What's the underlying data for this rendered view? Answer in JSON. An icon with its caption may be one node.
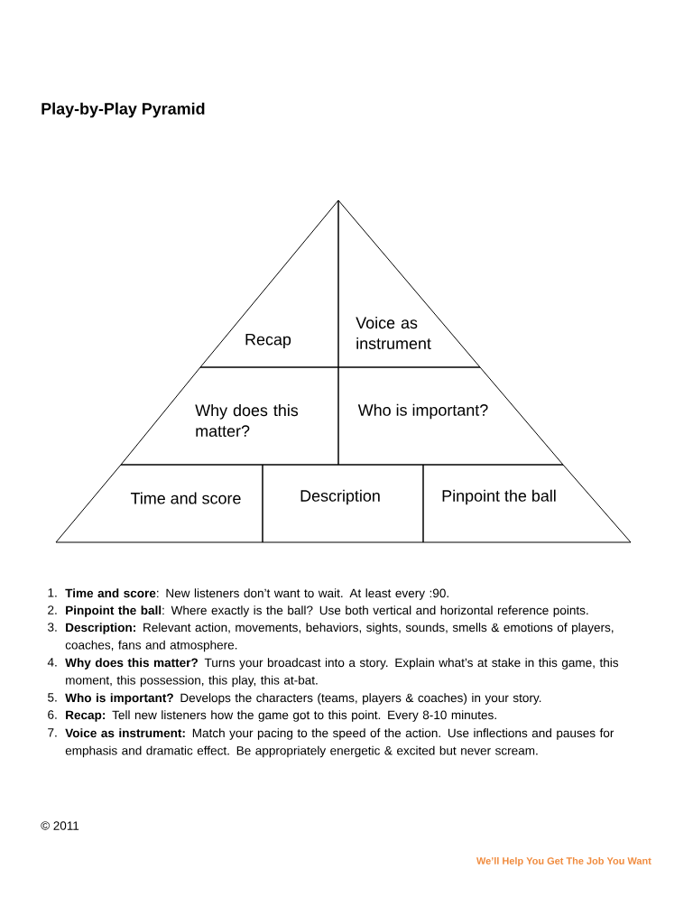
{
  "diagram": {
    "title": "Play-by-Play Pyramid",
    "nodes": [
      {
        "text": [
          "Recap"
        ]
      },
      {
        "text": [
          "Voice as instrument"
        ]
      },
      {
        "text": [
          "Why does this matter?"
        ]
      },
      {
        "text": [
          "Who is important?"
        ]
      },
      {
        "text": [
          "Time and score"
        ]
      },
      {
        "text": [
          "Description"
        ]
      },
      {
        "text": [
          "Pinpoint the ball"
        ]
      }
    ],
    "edges": [],
    "labels": [
      "1.",
      "**Time and score**: New listeners don’t want to wait. At least every :90.",
      "2.",
      "**Pinpoint the ball**: Where exactly is the ball? Use both vertical and horizontal reference points.",
      "3.",
      "**Description:** Relevant action, movements, behaviors, sights, sounds, smells & emotions of players, coaches, fans and atmosphere.",
      "4.",
      "**Why does this matter?** Turns your broadcast into a story. Explain what’s at stake in this game, this moment, this possession, this play, this at-bat.",
      "5.",
      "**Who is important?** Develops the characters (teams, players & coaches) in your story.",
      "6.",
      "**Recap:** Tell new listeners how the game got to this point. Every 8-10 minutes.",
      "7.",
      "**Voice as instrument:** Match your pacing to the speed of the action. Use inflections and pauses for emphasis and dramatic effect. Be appropriately energetic & excited but never scream.",
      "© 2011",
      "We’ll Help You Get The Job You Want"
    ]
  }
}
